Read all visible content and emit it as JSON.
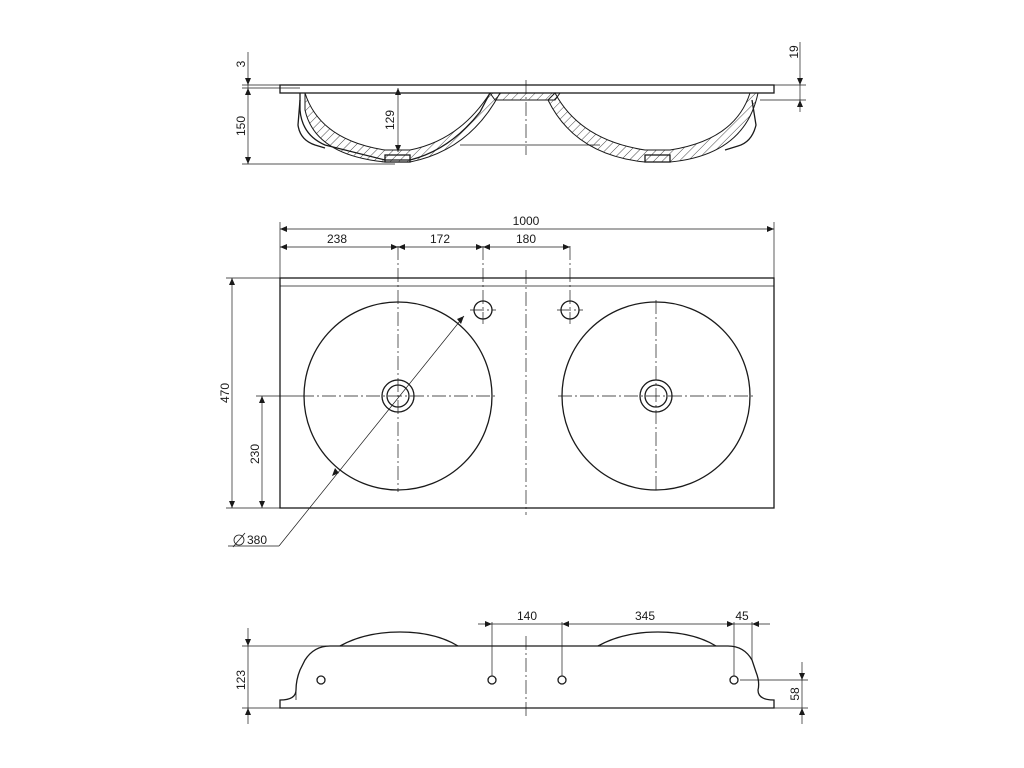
{
  "section_view": {
    "dim_top_lip": "3",
    "dim_total_height": "150",
    "dim_bowl_depth": "129",
    "dim_right_lip": "19"
  },
  "plan_view": {
    "dim_width": "1000",
    "dim_first_center": "238",
    "dim_to_tap_1": "172",
    "dim_to_tap_2": "180",
    "dim_depth": "470",
    "dim_center_depth": "230",
    "dim_bowl_diameter": "380"
  },
  "front_view": {
    "dim_height": "123",
    "dim_a": "140",
    "dim_b": "345",
    "dim_c": "45",
    "dim_hole_height": "58"
  }
}
